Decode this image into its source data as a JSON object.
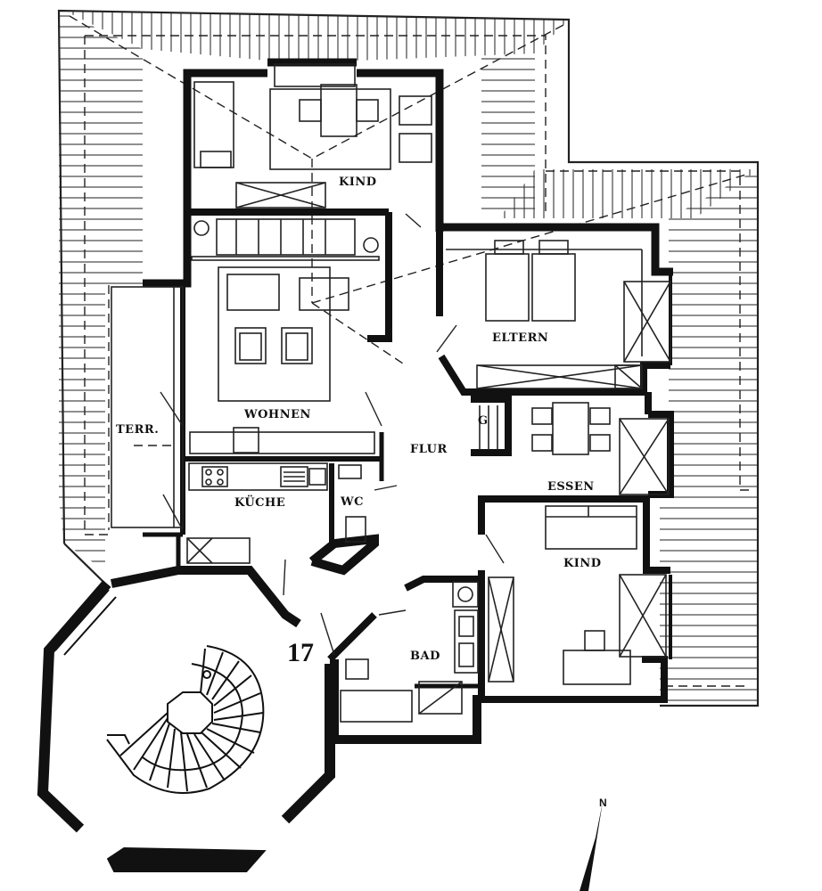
{
  "rooms": {
    "kind_top": "KIND",
    "wohnen": "WOHNEN",
    "eltern": "ELTERN",
    "terr": "TERR.",
    "flur": "FLUR",
    "g": "G",
    "essen": "ESSEN",
    "kueche": "KÜCHE",
    "wc": "WC",
    "kind_right": "KIND",
    "bad": "BAD"
  },
  "unit_number": "17",
  "north": "N",
  "colors": {
    "wall": "#111111",
    "line": "#222222",
    "background": "#ffffff"
  }
}
